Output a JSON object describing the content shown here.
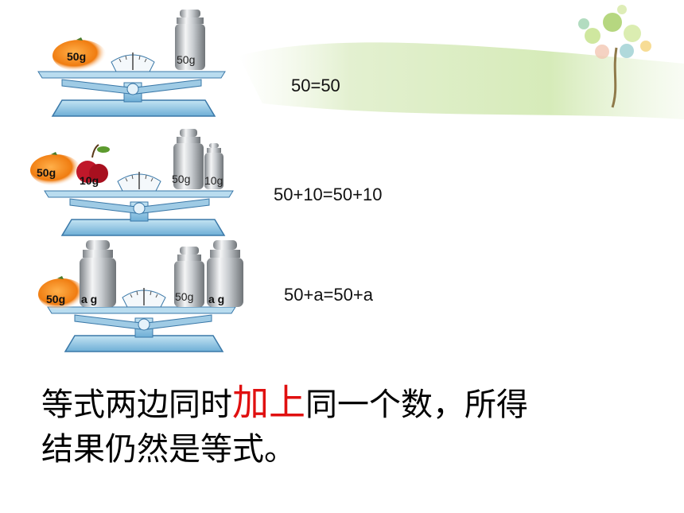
{
  "colors": {
    "scale_blue": "#8ec7e4",
    "scale_dark": "#3a78a8",
    "orange": "#f08a1c",
    "cherry": "#c0182a",
    "weight_silver": "#bfc3c6",
    "highlight_red": "#e01010",
    "leaf_green": "#a9cf6b"
  },
  "icons": [
    "orange-fruit",
    "cherry-fruit",
    "weight-block",
    "balance-scale",
    "leaf-tree-decoration"
  ],
  "scales": [
    {
      "left_labels": [
        "50g"
      ],
      "right_labels": [
        "50g"
      ],
      "equation": "50=50"
    },
    {
      "left_labels": [
        "50g",
        "10g"
      ],
      "right_labels": [
        "50g",
        "10g"
      ],
      "equation": "50+10=50+10"
    },
    {
      "left_labels": [
        "50g",
        "a  g"
      ],
      "right_labels": [
        "50g",
        "a  g"
      ],
      "equation": "50+a=50+a"
    }
  ],
  "caption": {
    "part1": "等式两边同时",
    "highlight": "加上",
    "part2": "同一个数，所得",
    "line2": "结果仍然是等式。"
  }
}
